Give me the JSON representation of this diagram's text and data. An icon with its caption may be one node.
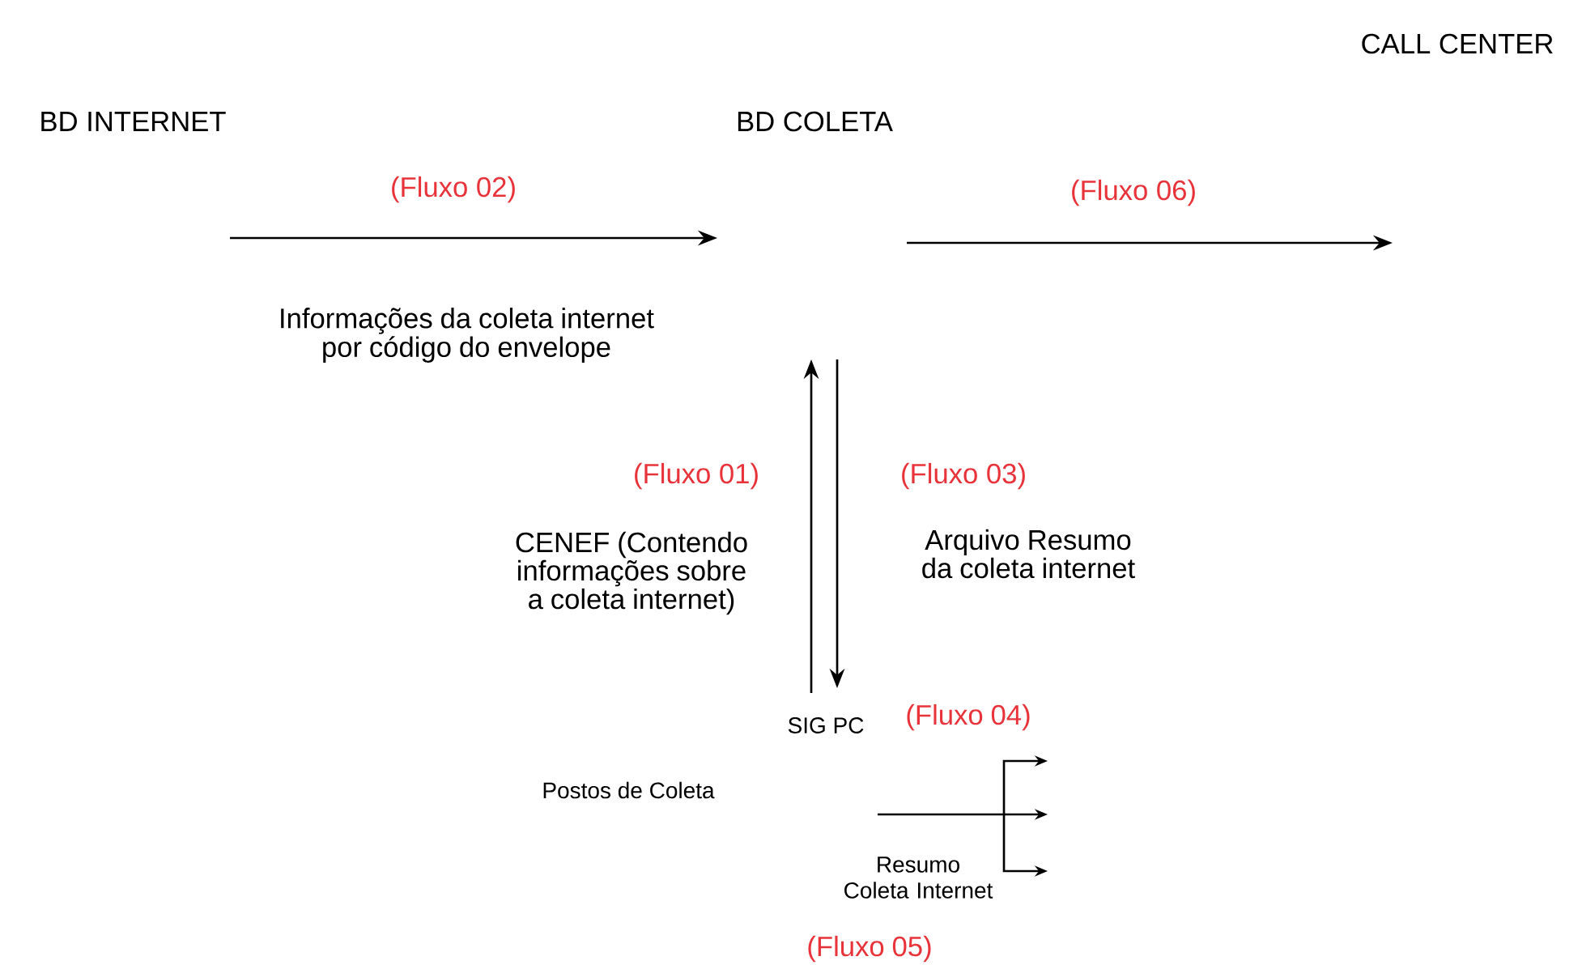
{
  "diagram": {
    "nodes": [
      {
        "text": [
          "BD INTERNET"
        ]
      },
      {
        "text": [
          "BD COLETA"
        ]
      },
      {
        "text": [
          "CALL CENTER"
        ]
      },
      {
        "text": [
          "SIG PC"
        ]
      },
      {
        "text": [
          "Postos de Coleta"
        ]
      }
    ],
    "edges": [
      {
        "from": 0,
        "to": 1,
        "arrow": "to",
        "label": "(Fluxo 02)"
      },
      {
        "from": 1,
        "to": null,
        "arrow": "to",
        "label": "(Fluxo 06)"
      },
      {
        "from": 3,
        "to": null,
        "arrow": "to",
        "label": "(Fluxo 01)"
      },
      {
        "from": null,
        "to": 3,
        "arrow": "to",
        "label": "(Fluxo 03)"
      }
    ],
    "labels": [
      "Informações da coleta internet por código do envelope",
      "CENEF (Contendo informações sobre a coleta internet)",
      "Arquivo Resumo da coleta internet",
      "(Fluxo 04)",
      "Resumo Coleta Internet",
      "(Fluxo 05)"
    ]
  }
}
